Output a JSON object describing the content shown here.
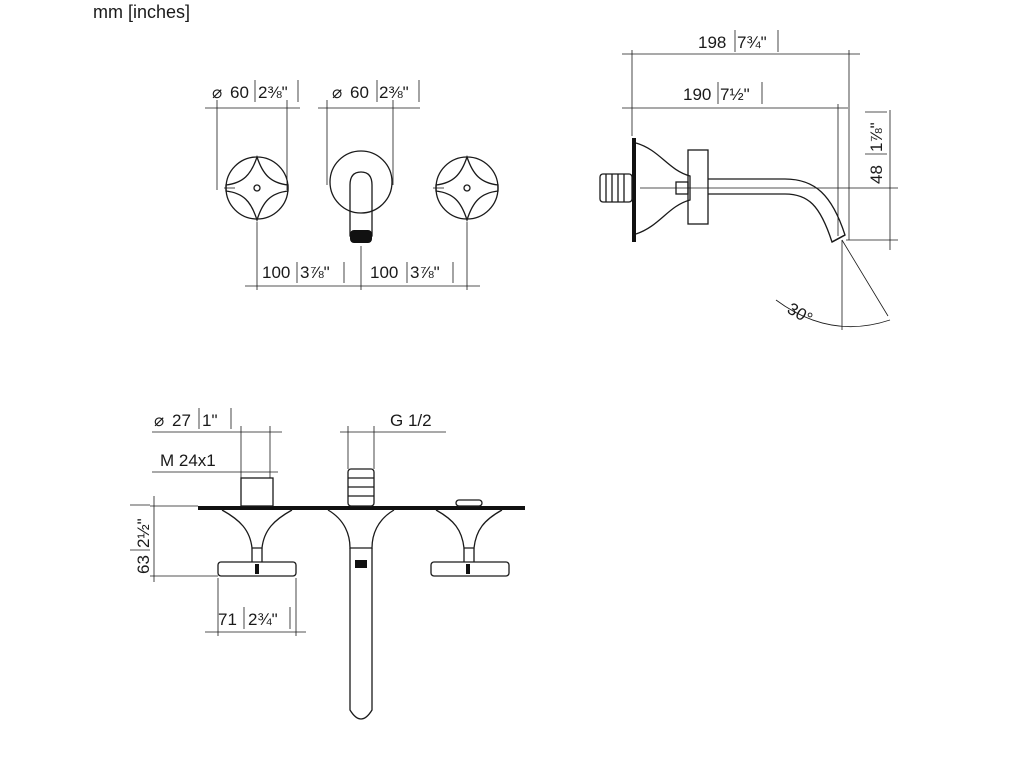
{
  "units_label": "mm [inches]",
  "front_view": {
    "handle_left_diameter": "60",
    "handle_left_diameter_in": "2⅜\"",
    "spout_rosette_diameter": "60",
    "spout_rosette_diameter_in": "2⅜\"",
    "spacing_left": "100",
    "spacing_left_in": "3⅞\"",
    "spacing_right": "100",
    "spacing_right_in": "3⅞\""
  },
  "side_view": {
    "overall_projection": "198",
    "overall_projection_in": "7¾\"",
    "spout_projection": "190",
    "spout_projection_in": "7½\"",
    "outlet_height": "48",
    "outlet_height_in": "1⅞\"",
    "outlet_angle": "30°"
  },
  "top_view": {
    "stem_diameter": "27",
    "stem_diameter_in": "1\"",
    "connection_size": "G 1/2",
    "thread_size": "M 24x1",
    "handle_depth": "63",
    "handle_depth_in": "2½\"",
    "handle_width": "71",
    "handle_width_in": "2¾\""
  }
}
